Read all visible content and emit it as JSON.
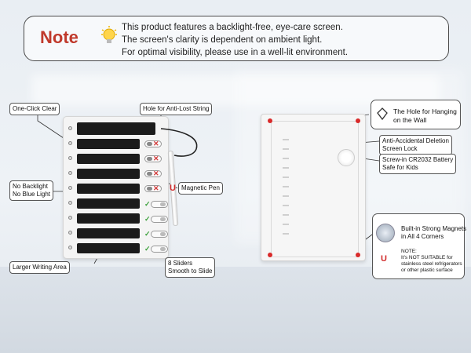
{
  "note": {
    "label": "Note",
    "lines": [
      "This product features a backlight-free, eye-care screen.",
      "The screen's clarity is dependent on ambient light.",
      "For optimal visibility, please use in a well-lit environment."
    ]
  },
  "callouts": {
    "one_click_clear": "One-Click Clear",
    "anti_lost_hole": "Hole for Anti-Lost String",
    "no_backlight_1": "No Backlight",
    "no_backlight_2": "No Blue Light",
    "magnetic_pen": "Magnetic Pen",
    "larger_area": "Larger Writing Area",
    "sliders_1": "8 Sliders",
    "sliders_2": "Smooth to Slide",
    "hanging_1": "The Hole for Hanging",
    "hanging_2": "on the Wall",
    "deletion_1": "Anti-Accidental Deletion",
    "deletion_2": "Screen Lock",
    "battery_1": "Screw-in CR2032 Battery",
    "battery_2": "Safe for Kids",
    "magnets_1": "Built-in Strong Magnets",
    "magnets_2": "in All 4 Corners",
    "warning_1": "NOTE:",
    "warning_2": "It's NOT SUITABLE for",
    "warning_3": "stainless steel refrigerators",
    "warning_4": "or other plastic surface"
  },
  "icons": {
    "bulb": "lightbulb-icon",
    "magnet": "magnet-icon",
    "hanging": "hanging-hole-icon",
    "lock": "lock-icon"
  },
  "colors": {
    "note_label": "#c0392b",
    "accent_red": "#d92a2a",
    "check_green": "#3aa03a"
  },
  "slider_states": [
    "off",
    "off",
    "off",
    "off",
    "on",
    "on",
    "on",
    "on"
  ]
}
